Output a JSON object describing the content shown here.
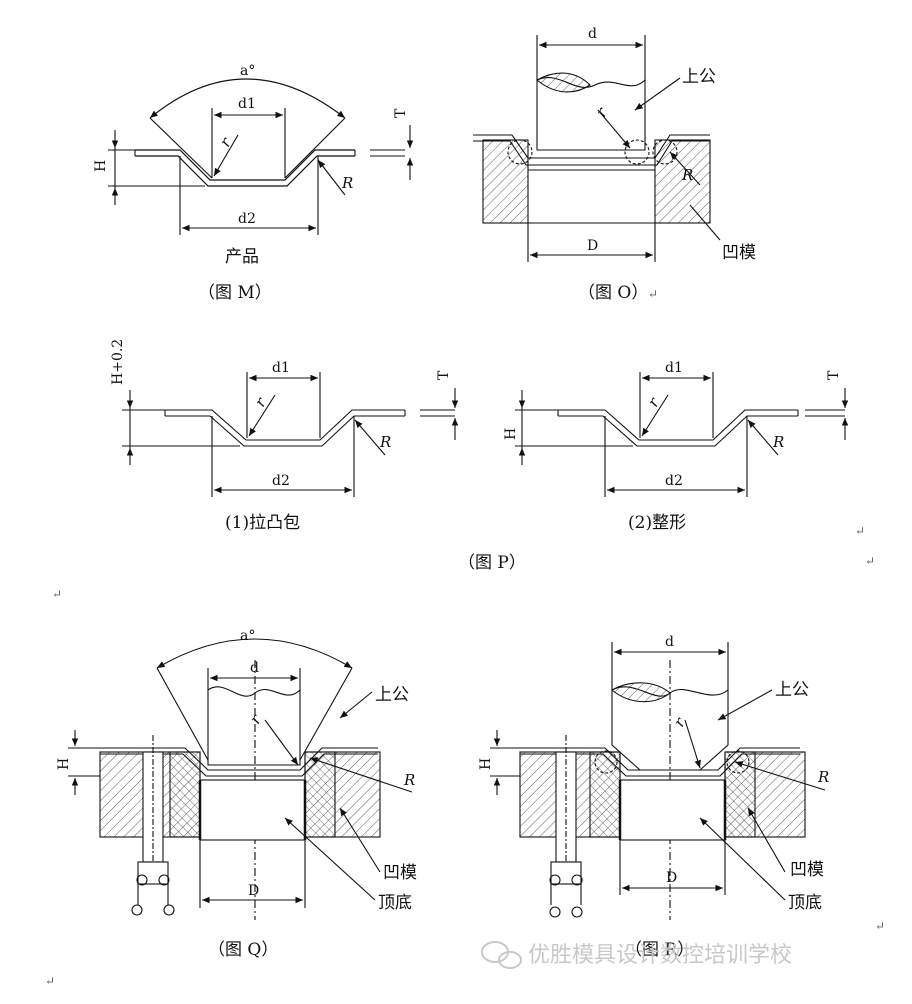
{
  "figM": {
    "caption": "（图 M）",
    "product_label": "产品",
    "angle": "a°",
    "d1": "d1",
    "d2": "d2",
    "H": "H",
    "T": "T",
    "r": "r",
    "R": "R"
  },
  "figO": {
    "caption": "（图 O）",
    "d": "d",
    "D": "D",
    "punch": "上公",
    "die": "凹模",
    "r": "r",
    "R": "R"
  },
  "figP": {
    "caption": "（图 P）",
    "sub1": "(1)拉凸包",
    "sub2": "(2)整形",
    "H_plus": "H+0.2",
    "H": "H",
    "d1": "d1",
    "d2": "d2",
    "T": "T",
    "r": "r",
    "R": "R"
  },
  "figQ": {
    "caption": "（图 Q）",
    "angle": "a°",
    "d": "d",
    "D": "D",
    "H": "H",
    "punch": "上公",
    "die": "凹模",
    "ejector": "顶底",
    "r": "r",
    "R": "R"
  },
  "figR": {
    "caption": "（图 R）",
    "d": "d",
    "D": "D",
    "H": "H",
    "punch": "上公",
    "die": "凹模",
    "ejector": "顶底",
    "r": "r",
    "R": "R"
  },
  "watermark": "优胜模具设计数控培训学校",
  "return_mark": "↵"
}
